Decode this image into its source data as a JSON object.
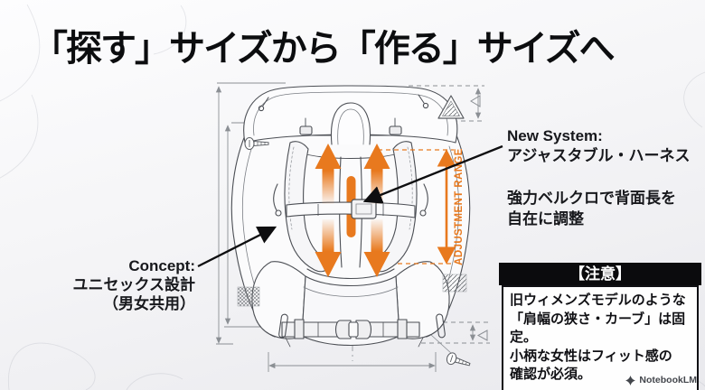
{
  "slide": {
    "title": "「探す」サイズから「作る」サイズへ"
  },
  "diagram": {
    "adjustment_range_label": "ADJUSTMENT RANGE"
  },
  "annotations": {
    "new_system": {
      "heading": "New System:",
      "subheading": "アジャスタブル・ハーネス",
      "detail_line1": "強力ベルクロで背面長を",
      "detail_line2": "自在に調整"
    },
    "concept": {
      "heading": "Concept:",
      "line1": "ユニセックス設計",
      "line2": "（男女共用）"
    }
  },
  "caution": {
    "title": "【注意】",
    "lines": [
      "旧ウィメンズモデルのような",
      "「肩幅の狭さ・カーブ」は固定。",
      "小柄な女性はフィット感の",
      "確認が必須。"
    ]
  },
  "footer": {
    "brand": "NotebookLM"
  },
  "colors": {
    "accent_orange": "#e8791e",
    "ink": "#0c0d0f"
  }
}
